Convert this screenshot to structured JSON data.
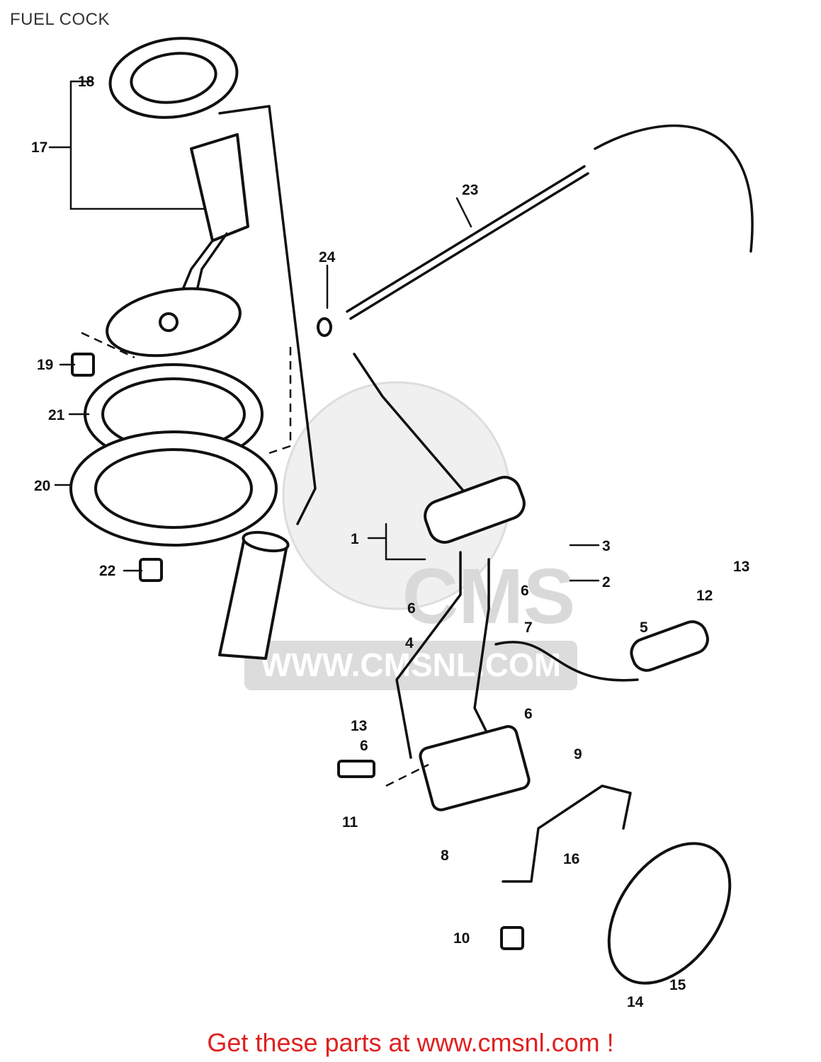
{
  "title": "FUEL COCK",
  "watermark": {
    "logo_text": "CMS",
    "url_text": "WWW.CMSNL.COM"
  },
  "callouts": [
    {
      "id": "c1",
      "label": "1"
    },
    {
      "id": "c2",
      "label": "2"
    },
    {
      "id": "c3",
      "label": "3"
    },
    {
      "id": "c4",
      "label": "4"
    },
    {
      "id": "c5",
      "label": "5"
    },
    {
      "id": "c6a",
      "label": "6"
    },
    {
      "id": "c6b",
      "label": "6"
    },
    {
      "id": "c6c",
      "label": "6"
    },
    {
      "id": "c6d",
      "label": "6"
    },
    {
      "id": "c7",
      "label": "7"
    },
    {
      "id": "c8",
      "label": "8"
    },
    {
      "id": "c9",
      "label": "9"
    },
    {
      "id": "c10",
      "label": "10"
    },
    {
      "id": "c11",
      "label": "11"
    },
    {
      "id": "c12",
      "label": "12"
    },
    {
      "id": "c13a",
      "label": "13"
    },
    {
      "id": "c13b",
      "label": "13"
    },
    {
      "id": "c14",
      "label": "14"
    },
    {
      "id": "c15",
      "label": "15"
    },
    {
      "id": "c16",
      "label": "16"
    },
    {
      "id": "c17",
      "label": "17"
    },
    {
      "id": "c18",
      "label": "18"
    },
    {
      "id": "c19",
      "label": "19"
    },
    {
      "id": "c20",
      "label": "20"
    },
    {
      "id": "c21",
      "label": "21"
    },
    {
      "id": "c22",
      "label": "22"
    },
    {
      "id": "c23",
      "label": "23"
    },
    {
      "id": "c24",
      "label": "24"
    }
  ],
  "footer": "Get these parts at www.cmsnl.com !",
  "colors": {
    "line": "#111111",
    "watermark": "#d9d9d9",
    "footer": "#e02020",
    "title": "#333333"
  }
}
